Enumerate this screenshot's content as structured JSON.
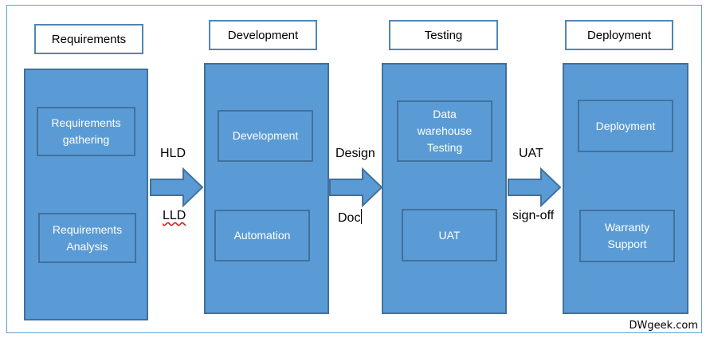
{
  "stages": [
    {
      "title": "Requirements",
      "items": [
        "Requirements\ngathering",
        "Requirements\nAnalysis"
      ]
    },
    {
      "title": "Development",
      "items": [
        "Development",
        "Automation"
      ]
    },
    {
      "title": "Testing",
      "items": [
        "Data\nwarehouse\nTesting",
        "UAT"
      ]
    },
    {
      "title": "Deployment",
      "items": [
        "Deployment",
        "Warranty\nSupport"
      ]
    }
  ],
  "transitions": [
    {
      "above": "HLD",
      "below": "LLD"
    },
    {
      "above": "Design",
      "below": "Doc"
    },
    {
      "above": "UAT",
      "below": "sign-off"
    }
  ],
  "footer": "DWgeek.com",
  "colors": {
    "fill": "#5b9bd5",
    "stroke": "#41719c",
    "title_border": "#4f86b6"
  }
}
